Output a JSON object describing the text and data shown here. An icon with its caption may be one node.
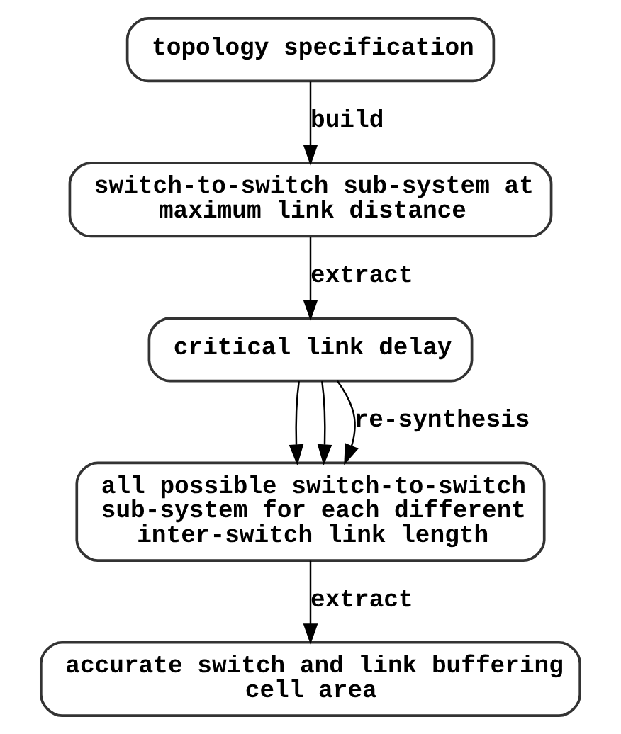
{
  "diagram": {
    "nodes": [
      {
        "text": [
          "topology specification"
        ]
      },
      {
        "text": [
          "switch-to-switch sub-system at maximum link distance"
        ]
      },
      {
        "text": [
          "critical link delay"
        ]
      },
      {
        "text": [
          "all possible switch-to-switch sub-system for each different inter-switch link length"
        ]
      },
      {
        "text": [
          "accurate switch and link buffering cell area"
        ]
      }
    ],
    "edges": [
      {
        "from": 0,
        "to": 1,
        "arrow": "to",
        "label": "build"
      },
      {
        "from": 1,
        "to": 2,
        "arrow": "to",
        "label": "extract"
      },
      {
        "from": 2,
        "to": 3,
        "arrow": "to"
      },
      {
        "from": 2,
        "to": 3,
        "arrow": "to"
      },
      {
        "from": 2,
        "to": 3,
        "arrow": "to",
        "label": "re-synthesis"
      },
      {
        "from": 3,
        "to": 4,
        "arrow": "to",
        "label": "extract"
      }
    ]
  }
}
